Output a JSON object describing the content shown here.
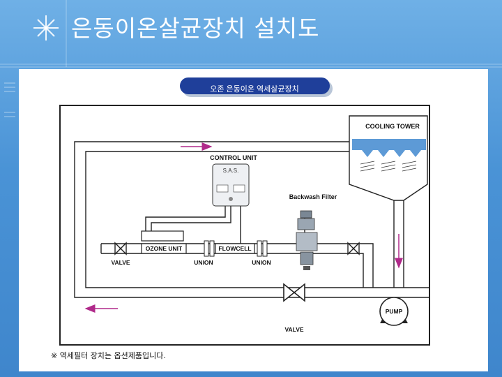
{
  "slide": {
    "title": "은동이온살균장치 설치도"
  },
  "diagram": {
    "banner": "오존 은동이온 역세살균장치",
    "labels": {
      "cooling_tower": "COOLING TOWER",
      "control_unit": "CONTROL UNIT",
      "control_unit_panel": "S.A.S.",
      "backwash_filter": "Backwash Filter",
      "ozone_unit": "OZONE UNIT",
      "flowcell": "FLOWCELL",
      "valve_left": "VALVE",
      "union_left": "UNION",
      "union_right": "UNION",
      "valve_bottom": "VALVE",
      "pump": "PUMP"
    },
    "footnote": "※ 역세필터 장치는 옵션제품입니다."
  },
  "colors": {
    "background": "#4a93d6",
    "tower_blue": "#5d9ad6",
    "flow_arrow": "#b02a8a",
    "banner_blue": "#1f3f9a"
  }
}
